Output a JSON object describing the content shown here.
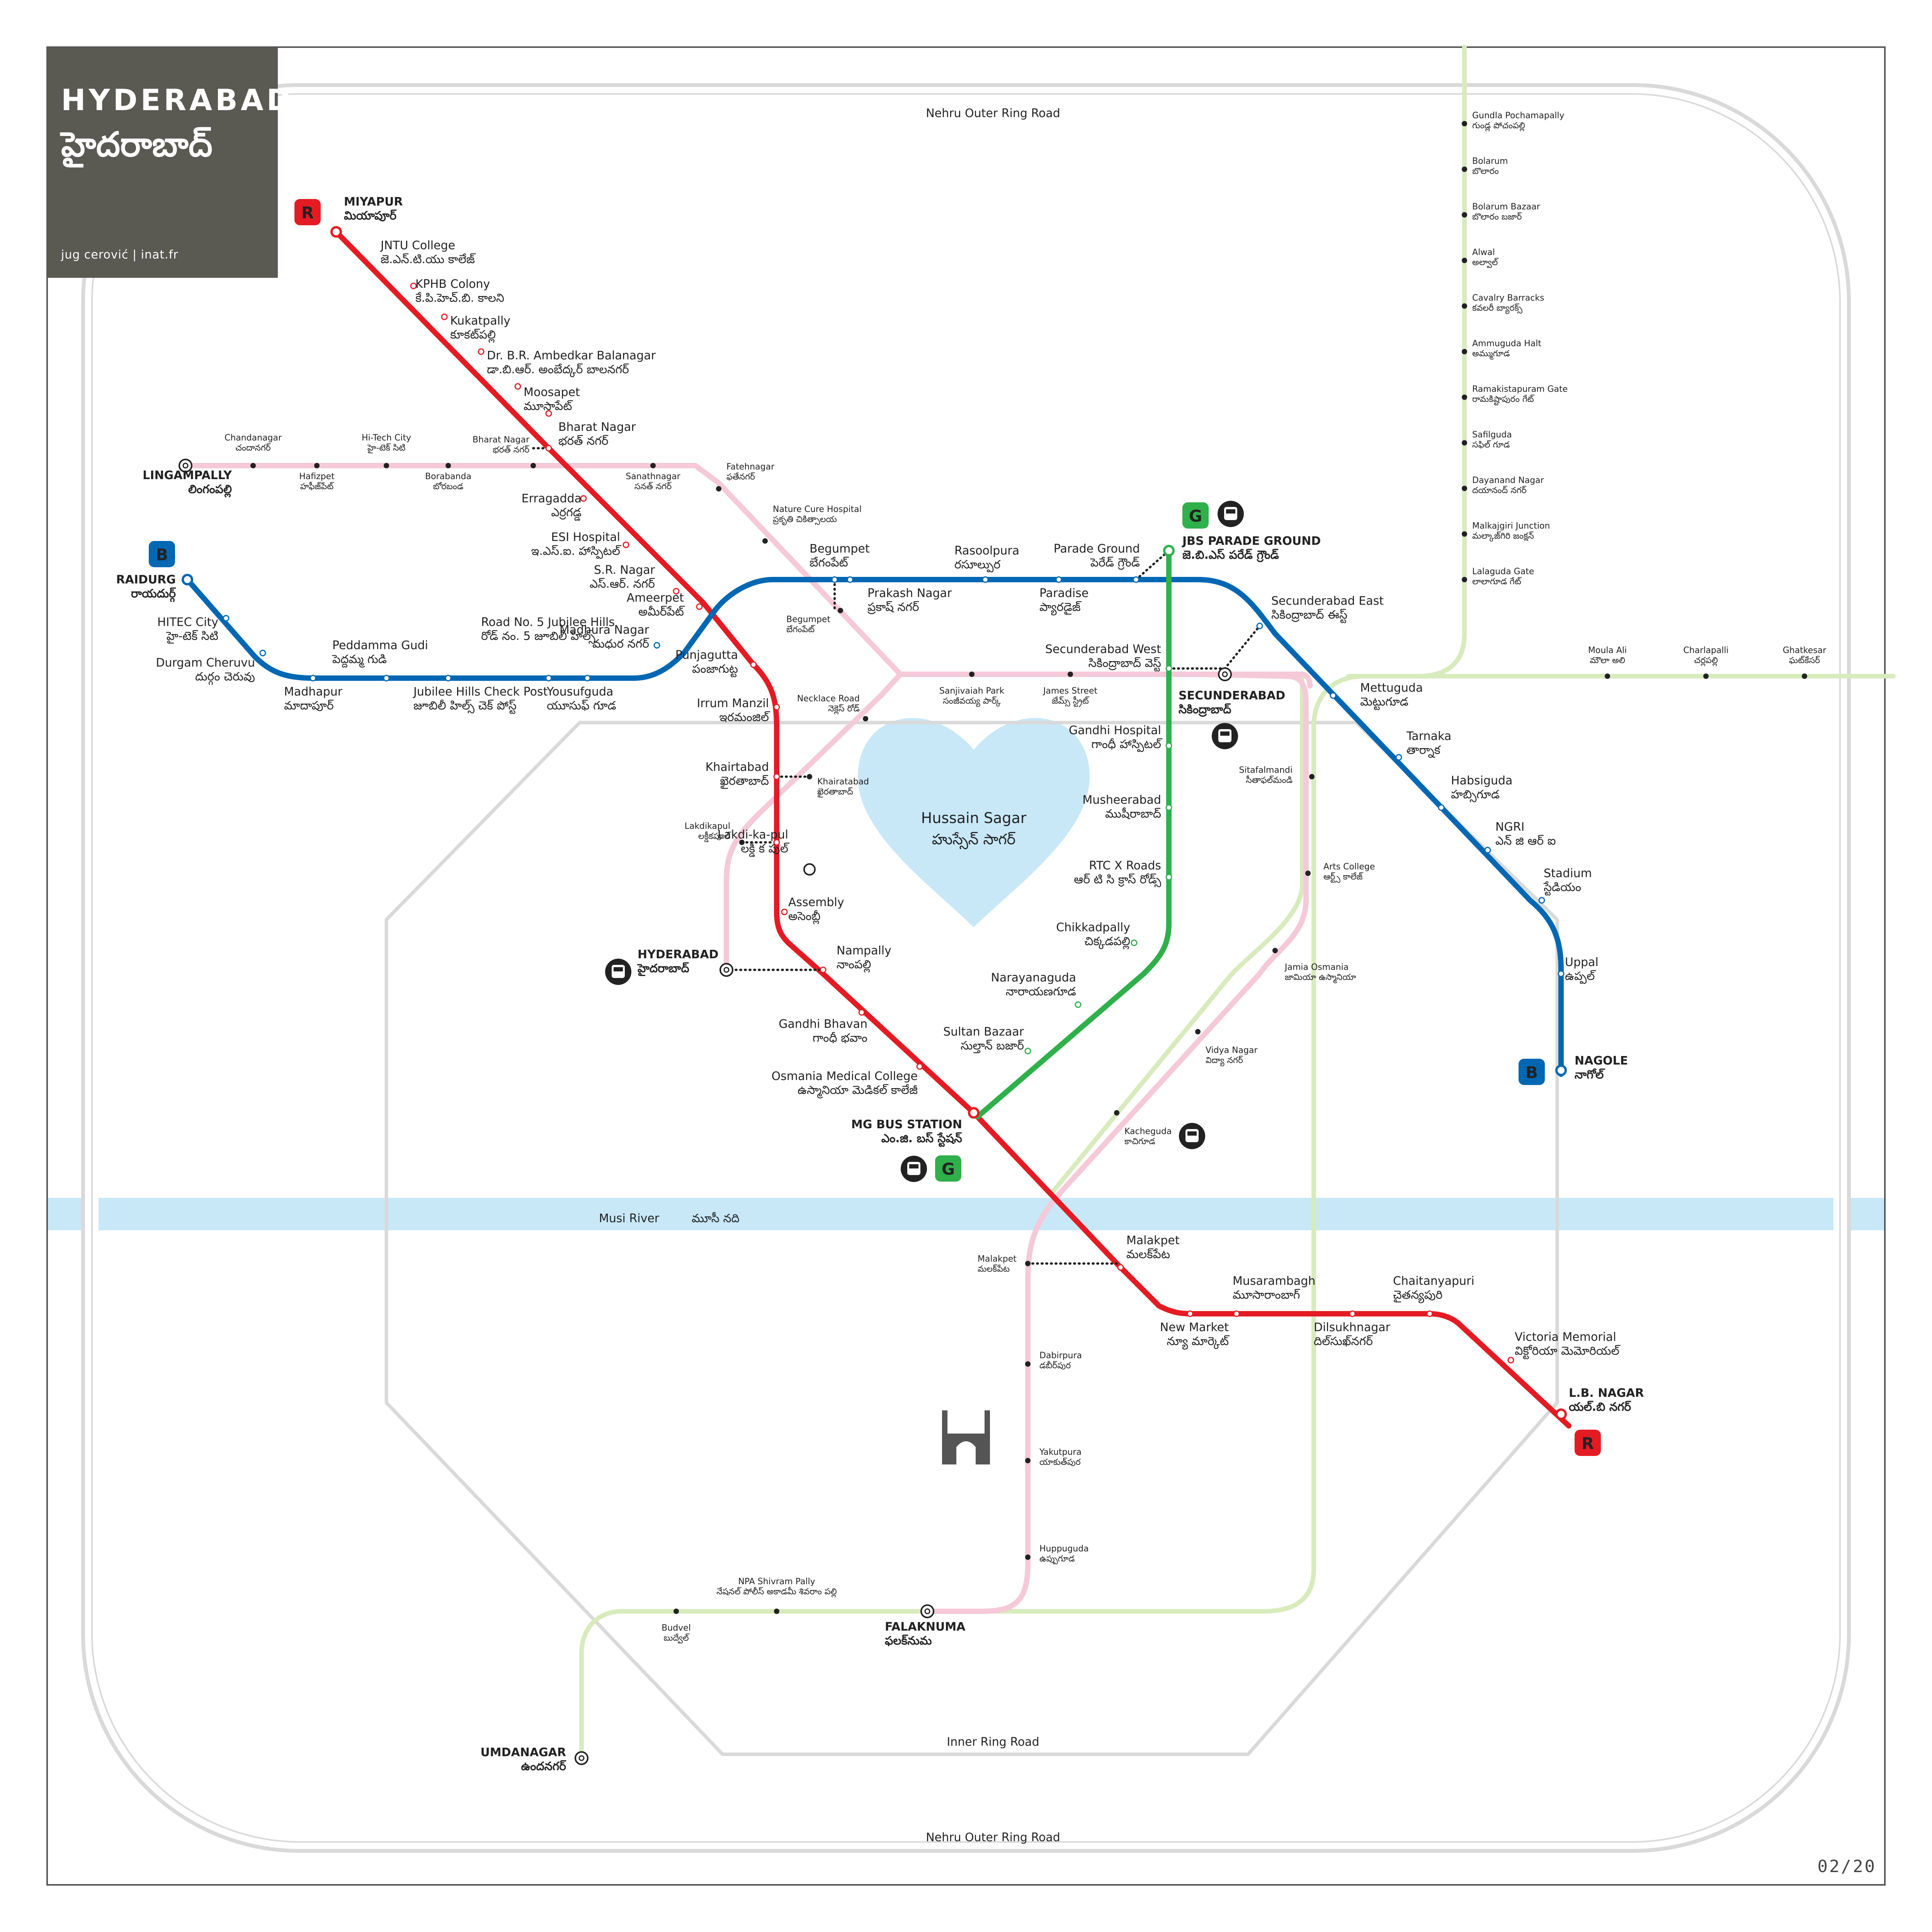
{
  "title": {
    "en": "HYDERABAD",
    "te": "హైదరాబాద్",
    "credit": "jug cerović | inat.fr"
  },
  "edition": "02/20",
  "roads": {
    "outer_top": "Nehru Outer Ring Road",
    "outer_bottom": "Nehru Outer Ring Road",
    "inner": "Inner Ring Road"
  },
  "water": {
    "river_en": "Musi River",
    "river_te": "మూసీ నది",
    "lake_en": "Hussain Sagar",
    "lake_te": "హుస్సేన్ సాగర్"
  },
  "colors": {
    "red": "#e41b23",
    "blue": "#0067b3",
    "green": "#2fb04a",
    "pink": "#f5c9d8",
    "lightgreen": "#d8ebbd",
    "water": "#c8e8f8",
    "road": "#d9d9d9",
    "titlebox": "#5a5952"
  },
  "badges": {
    "red": "R",
    "blue": "B",
    "green": "G"
  },
  "icons": {
    "bus": "bus-icon",
    "train": "train-icon",
    "walk": "walk-icon",
    "charminar": "charminar-icon"
  },
  "metro_red_stations": [
    {
      "en": "MIYAPUR",
      "te": "మియాపూర్",
      "terminus": true
    },
    {
      "en": "JNTU College",
      "te": "జె.ఎన్.టి.యు కాలేజ్"
    },
    {
      "en": "KPHB Colony",
      "te": "కే.పి.హెచ్.బి. కాలని"
    },
    {
      "en": "Kukatpally",
      "te": "కూకట్‌పల్లి"
    },
    {
      "en": "Dr. B.R. Ambedkar Balanagar",
      "te": "డా.బి.ఆర్. అంబేద్కర్ బాలనగర్"
    },
    {
      "en": "Moosapet",
      "te": "మూసాపేట్"
    },
    {
      "en": "Bharat Nagar",
      "te": "భరత్ నగర్"
    },
    {
      "en": "Erragadda",
      "te": "ఎర్రగడ్డ"
    },
    {
      "en": "ESI Hospital",
      "te": "ఇ.ఎస్.ఐ. హాస్పిటల్"
    },
    {
      "en": "S.R. Nagar",
      "te": "ఎస్.ఆర్. నగర్"
    },
    {
      "en": "Ameerpet",
      "te": "అమీర్‌పేట్"
    },
    {
      "en": "Punjagutta",
      "te": "పంజాగుట్ట"
    },
    {
      "en": "Irrum Manzil",
      "te": "ఇరమంజిల్"
    },
    {
      "en": "Khairtabad",
      "te": "ఖైరతాబాద్"
    },
    {
      "en": "Lakdi-ka-pul",
      "te": "లక్డీ క పుల్"
    },
    {
      "en": "Assembly",
      "te": "అసెంబ్లీ"
    },
    {
      "en": "Nampally",
      "te": "నాంపల్లి"
    },
    {
      "en": "Gandhi Bhavan",
      "te": "గాంధీ భవాం"
    },
    {
      "en": "Osmania Medical College",
      "te": "ఉస్మానియా మెడికల్ కాలేజీ"
    },
    {
      "en": "MG BUS STATION",
      "te": "ఎం.జి. బస్ స్టేషన్",
      "terminus": true
    },
    {
      "en": "Malakpet",
      "te": "మలక్‌పేట"
    },
    {
      "en": "New Market",
      "te": "న్యూ మార్కెట్"
    },
    {
      "en": "Musarambagh",
      "te": "మూసారాంబాగ్"
    },
    {
      "en": "Dilsukhnagar",
      "te": "దిల్‌సుఖ్‌నగర్"
    },
    {
      "en": "Chaitanyapuri",
      "te": "చైతన్యపురి"
    },
    {
      "en": "Victoria Memorial",
      "te": "విక్టోరియా మెమోరియల్"
    },
    {
      "en": "L.B. NAGAR",
      "te": "యల్.బి నగర్",
      "terminus": true
    }
  ],
  "metro_blue_stations": [
    {
      "en": "RAIDURG",
      "te": "రాయదుర్గ్",
      "terminus": true
    },
    {
      "en": "HITEC City",
      "te": "హై-టెక్ సిటి"
    },
    {
      "en": "Durgam Cheruvu",
      "te": "దుర్గం చెరువు"
    },
    {
      "en": "Madhapur",
      "te": "మాదాపూర్"
    },
    {
      "en": "Peddamma Gudi",
      "te": "పెద్దమ్మ గుడి"
    },
    {
      "en": "Jubilee Hills Check Post",
      "te": "జూబిలీ హిల్స్ చెక్ పోస్ట్"
    },
    {
      "en": "Road No. 5 Jubilee Hills",
      "te": "రోడ్ నం. 5 జూబిలీ హిల్స్"
    },
    {
      "en": "Yousufguda",
      "te": "యూసుఫ్ గూడ"
    },
    {
      "en": "Madhura Nagar",
      "te": "మధుర నగర్"
    },
    {
      "en": "Begumpet",
      "te": "బేగంపేట్"
    },
    {
      "en": "Prakash Nagar",
      "te": "ప్రకాష్ నగర్"
    },
    {
      "en": "Rasoolpura",
      "te": "రసూల్పుర"
    },
    {
      "en": "Paradise",
      "te": "ప్యారడైజ్"
    },
    {
      "en": "Parade Ground",
      "te": "పెరేడ్ గ్రౌండ్"
    },
    {
      "en": "Secunderabad East",
      "te": "సికింద్రాబాద్ ఈస్ట్"
    },
    {
      "en": "Mettuguda",
      "te": "మెట్టుగూడ"
    },
    {
      "en": "Tarnaka",
      "te": "తార్నాక"
    },
    {
      "en": "Habsiguda",
      "te": "హబ్సిగూడ"
    },
    {
      "en": "NGRI",
      "te": "ఎన్ జి ఆర్ ఐ"
    },
    {
      "en": "Stadium",
      "te": "స్టేడియం"
    },
    {
      "en": "Uppal",
      "te": "ఉప్పల్"
    },
    {
      "en": "NAGOLE",
      "te": "నాగోల్",
      "terminus": true
    }
  ],
  "metro_green_stations": [
    {
      "en": "JBS PARADE GROUND",
      "te": "జె.బి.ఎస్ పరేడ్ గ్రౌండ్",
      "terminus": true
    },
    {
      "en": "Secunderabad West",
      "te": "సికింద్రాబాద్ వెస్ట్"
    },
    {
      "en": "Gandhi Hospital",
      "te": "గాంధీ హాస్పిటల్"
    },
    {
      "en": "Musheerabad",
      "te": "ముషీరాబాద్"
    },
    {
      "en": "RTC X Roads",
      "te": "ఆర్ టి సి క్రాస్ రోడ్స్"
    },
    {
      "en": "Chikkadpally",
      "te": "చిక్కడపల్లి"
    },
    {
      "en": "Narayanaguda",
      "te": "నారాయణగూడ"
    },
    {
      "en": "Sultan Bazaar",
      "te": "సుల్తాన్ బజార్"
    }
  ],
  "mmts_stations": [
    {
      "en": "LINGAMPALLY",
      "te": "లింగంపల్లి",
      "terminus": true
    },
    {
      "en": "Chandanagar",
      "te": "చందానగర్"
    },
    {
      "en": "Hafizpet",
      "te": "హఫీజ్‌పేట్"
    },
    {
      "en": "Hi-Tech City",
      "te": "హై-టెక్ సిటి"
    },
    {
      "en": "Borabanda",
      "te": "బోరబండ"
    },
    {
      "en": "Bharat Nagar",
      "te": "భరత్ నగర్"
    },
    {
      "en": "Sanathnagar",
      "te": "సనత్ నగర్"
    },
    {
      "en": "Fatehnagar",
      "te": "ఫతేనగర్"
    },
    {
      "en": "Nature Cure Hospital",
      "te": "ప్రకృతి చికిత్సాలయ"
    },
    {
      "en": "Begumpet",
      "te": "బేగంపేట్"
    },
    {
      "en": "Necklace Road",
      "te": "నెక్లెస్ రోడ్"
    },
    {
      "en": "Khairatabad",
      "te": "ఖైరతాబాద్"
    },
    {
      "en": "Lakdikapul",
      "te": "లక్డీకపూల్"
    },
    {
      "en": "HYDERABAD",
      "te": "హైదరాబాద్",
      "terminus": true
    },
    {
      "en": "Sanjivaiah Park",
      "te": "సంజీవయ్య పార్క్"
    },
    {
      "en": "James Street",
      "te": "జేమ్స్ స్ట్రీట్"
    },
    {
      "en": "SECUNDERABAD",
      "te": "సికింద్రాబాద్",
      "terminus": true
    },
    {
      "en": "Sitafalmandi",
      "te": "సీతాఫల్‌మండి"
    },
    {
      "en": "Arts College",
      "te": "ఆర్ట్స్ కాలేజ్"
    },
    {
      "en": "Jamia Osmania",
      "te": "జామియా ఉస్మానియా"
    },
    {
      "en": "Vidya Nagar",
      "te": "విద్యా నగర్"
    },
    {
      "en": "Kacheguda",
      "te": "కాచిగూడ"
    },
    {
      "en": "Malakpet",
      "te": "మలక్‌పేట"
    },
    {
      "en": "Dabirpura",
      "te": "డబీర్‌పుర"
    },
    {
      "en": "Yakutpura",
      "te": "యాకుత్‌పుర"
    },
    {
      "en": "Huppuguda",
      "te": "ఉప్పుగూడ"
    },
    {
      "en": "FALAKNUMA",
      "te": "ఫలక్‌నుమ",
      "terminus": true
    },
    {
      "en": "NPA Shivram Pally",
      "te": "నేషనల్ పోలీస్ అకాడమీ శివరాం పల్లి"
    },
    {
      "en": "Budvel",
      "te": "బుద్వేల్"
    },
    {
      "en": "UMDANAGAR",
      "te": "ఉందనగర్",
      "terminus": true
    }
  ],
  "north_line_stations": [
    {
      "en": "Gundla Pochamapally",
      "te": "గుండ్ల పోచంపల్లి"
    },
    {
      "en": "Bolarum",
      "te": "బొలారం"
    },
    {
      "en": "Bolarum Bazaar",
      "te": "బొలారం బజార్"
    },
    {
      "en": "Alwal",
      "te": "అల్వాల్"
    },
    {
      "en": "Cavalry Barracks",
      "te": "కవలరీ బ్యారక్స్"
    },
    {
      "en": "Ammuguda Halt",
      "te": "అమ్ముగూడ"
    },
    {
      "en": "Ramakistapuram Gate",
      "te": "రామకిష్టాపురం గేట్"
    },
    {
      "en": "Safilguda",
      "te": "సఫిల్ గూడ"
    },
    {
      "en": "Dayanand Nagar",
      "te": "దయానంద్ నగర్"
    },
    {
      "en": "Malkajgiri Junction",
      "te": "మల్కాజ్‌గిరి జంక్షన్"
    },
    {
      "en": "Lalaguda Gate",
      "te": "లాలాగూడ గేట్"
    }
  ],
  "east_line_stations": [
    {
      "en": "Moula Ali",
      "te": "మౌలా అలి"
    },
    {
      "en": "Charlapalli",
      "te": "చర్లపల్లి"
    },
    {
      "en": "Ghatkesar",
      "te": "ఘట్‌కేసర్"
    }
  ]
}
